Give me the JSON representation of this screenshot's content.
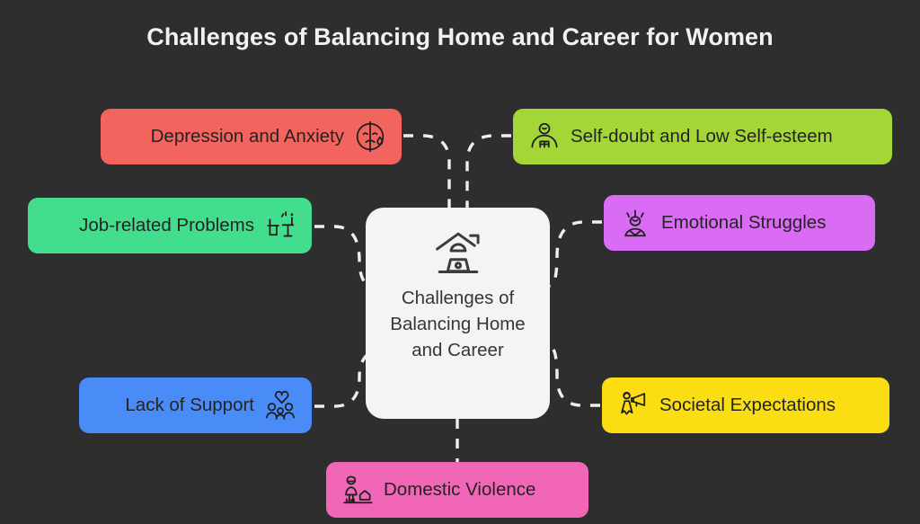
{
  "page": {
    "title": "Challenges of Balancing Home and Career for Women",
    "background_color": "#2e2e2e",
    "title_color": "#f2f2f2"
  },
  "diagram": {
    "type": "mind-map",
    "connector_style": "dashed",
    "connector_color": "#efefef",
    "center": {
      "label": "Challenges of Balancing Home and Career",
      "icon": "house-laptop-icon",
      "background_color": "#f4f4f2",
      "text_color": "#33363a"
    },
    "branches": [
      {
        "id": "depression",
        "label": "Depression and Anxiety",
        "icon": "sad-face-teardrop-icon",
        "background_color": "#f4645f",
        "text_color": "#242424",
        "icon_side": "right",
        "side": "left"
      },
      {
        "id": "job",
        "label": "Job-related Problems",
        "icon": "desk-chair-alert-icon",
        "background_color": "#43dd8e",
        "text_color": "#242424",
        "icon_side": "right",
        "side": "left"
      },
      {
        "id": "support",
        "label": "Lack of Support",
        "icon": "family-heart-icon",
        "background_color": "#4a8cf7",
        "text_color": "#242424",
        "icon_side": "right",
        "side": "left"
      },
      {
        "id": "domestic",
        "label": "Domestic Violence",
        "icon": "person-house-icon",
        "background_color": "#f266b8",
        "text_color": "#242424",
        "icon_side": "left",
        "side": "bottom"
      },
      {
        "id": "selfdoubt",
        "label": "Self-doubt and Low Self-esteem",
        "icon": "person-head-down-icon",
        "background_color": "#a4d638",
        "text_color": "#242424",
        "icon_side": "left",
        "side": "right"
      },
      {
        "id": "emotional",
        "label": "Emotional Struggles",
        "icon": "person-distressed-icon",
        "background_color": "#d96bf5",
        "text_color": "#242424",
        "icon_side": "left",
        "side": "right"
      },
      {
        "id": "societal",
        "label": "Societal Expectations",
        "icon": "person-megaphone-icon",
        "background_color": "#fadd12",
        "text_color": "#242424",
        "icon_side": "left",
        "side": "right"
      }
    ]
  }
}
